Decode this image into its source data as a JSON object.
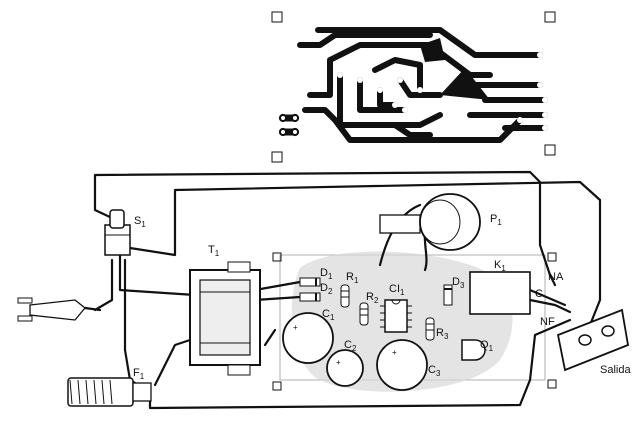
{
  "labels": {
    "s1": "S",
    "s1_sub": "1",
    "t1": "T",
    "t1_sub": "1",
    "p1": "P",
    "p1_sub": "1",
    "d1": "D",
    "d1_sub": "1",
    "d2": "D",
    "d2_sub": "2",
    "d3": "D",
    "d3_sub": "3",
    "r1": "R",
    "r1_sub": "1",
    "r2": "R",
    "r2_sub": "2",
    "r3": "R",
    "r3_sub": "3",
    "ci1": "CI",
    "ci1_sub": "1",
    "c1": "C",
    "c1_sub": "1",
    "c2": "C",
    "c2_sub": "2",
    "c3": "C",
    "c3_sub": "3",
    "q1": "Q",
    "q1_sub": "1",
    "k1": "K",
    "k1_sub": "1",
    "f1": "F",
    "f1_sub": "1",
    "na": "NA",
    "c_term": "C",
    "nf": "NF",
    "salida": "Salida"
  },
  "colors": {
    "ink": "#111111",
    "board": "#d8d8d8",
    "paper": "#ffffff"
  }
}
